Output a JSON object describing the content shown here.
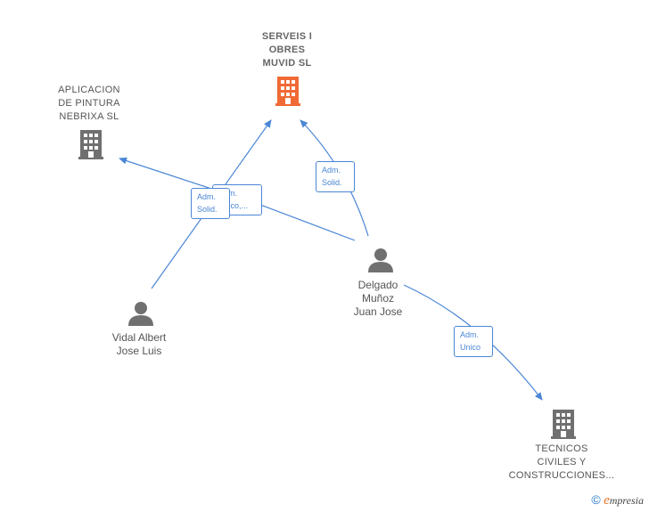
{
  "colors": {
    "edge": "#4a86d6",
    "company_main": "#f06a35",
    "company": "#707070",
    "person": "#707070"
  },
  "nodes": {
    "main_company": {
      "label": "SERVEIS I\nOBRES\nMUVID  SL",
      "icon": "building-icon"
    },
    "company_aplicacion": {
      "label": "APLICACION\nDE PINTURA\nNEBRIXA SL",
      "icon": "building-icon"
    },
    "company_tecnicos": {
      "label": "TECNICOS\nCIVILES Y\nCONSTRUCCIONES...",
      "icon": "building-icon"
    },
    "person_vidal": {
      "label": "Vidal Albert\nJose Luis",
      "icon": "person-icon"
    },
    "person_delgado": {
      "label": "Delgado\nMuñoz\nJuan Jose",
      "icon": "person-icon"
    }
  },
  "edges": {
    "vidal_to_main": "Adm.\nSolid.",
    "delgado_to_aplicacion": "Adm.\nUnico,...",
    "delgado_to_main": "Adm.\nSolid.",
    "delgado_to_tecnicos": "Adm.\nUnico"
  },
  "brand": {
    "copyright": "©",
    "first_letter": "e",
    "rest": "mpresia"
  }
}
